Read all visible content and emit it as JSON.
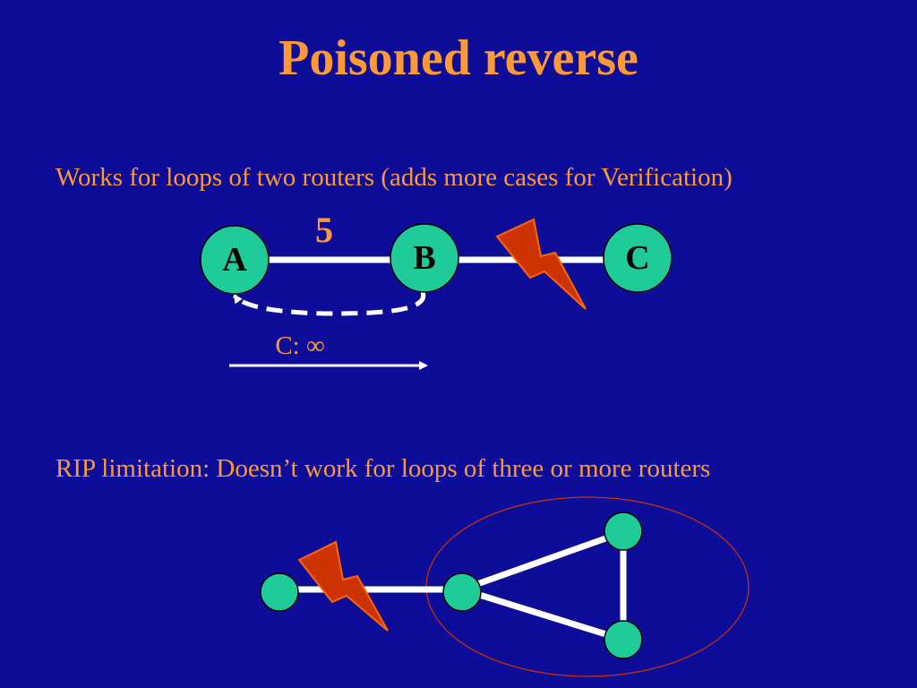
{
  "title": "Poisoned reverse",
  "statements": {
    "works": "Works for loops of two routers (adds more cases for Verification)",
    "limitation": "RIP limitation: Doesn’t work for loops of three or more routers"
  },
  "diagram1": {
    "nodes": [
      "A",
      "B",
      "C"
    ],
    "link_cost": "5",
    "advertisement": "C: ∞"
  },
  "colors": {
    "background": "#0d0d9a",
    "accent": "#ff9933",
    "node_fill": "#1fcc99",
    "link": "#ffffff",
    "lightning": "#cc3300",
    "ellipse": "#cc3300"
  }
}
